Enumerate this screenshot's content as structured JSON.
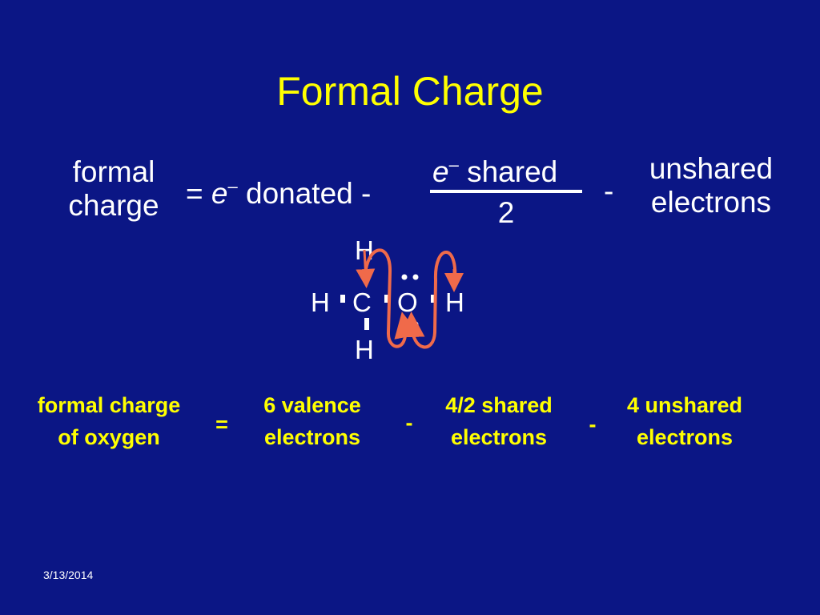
{
  "title": "Formal Charge",
  "equation": {
    "lhs_line1": "formal",
    "lhs_line2": "charge",
    "equals": "=",
    "e_symbol": "e",
    "superscript_minus": "–",
    "donated": "donated -",
    "shared": "shared",
    "denominator": "2",
    "minus": "-",
    "rhs_line1": "unshared",
    "rhs_line2": "electrons"
  },
  "molecule": {
    "atoms": {
      "h_top": "H",
      "h_left": "H",
      "carbon": "C",
      "oxygen": "O",
      "h_right": "H",
      "h_bottom": "H"
    },
    "colors": {
      "arrow": "#f06a4a",
      "bond": "#ffffff"
    }
  },
  "oxygen_calc": {
    "term1_line1": "formal charge",
    "term1_line2": "of oxygen",
    "equals": "=",
    "term2_line1": "6 valence",
    "term2_line2": "electrons",
    "minus1": "-",
    "term3_line1": "4/2 shared",
    "term3_line2": "electrons",
    "minus2": "-",
    "term4_line1": "4 unshared",
    "term4_line2": "electrons"
  },
  "footer": {
    "date": "3/13/2014"
  },
  "colors": {
    "background": "#0b1685",
    "accent_yellow": "#ffff00",
    "text_white": "#ffffff"
  }
}
